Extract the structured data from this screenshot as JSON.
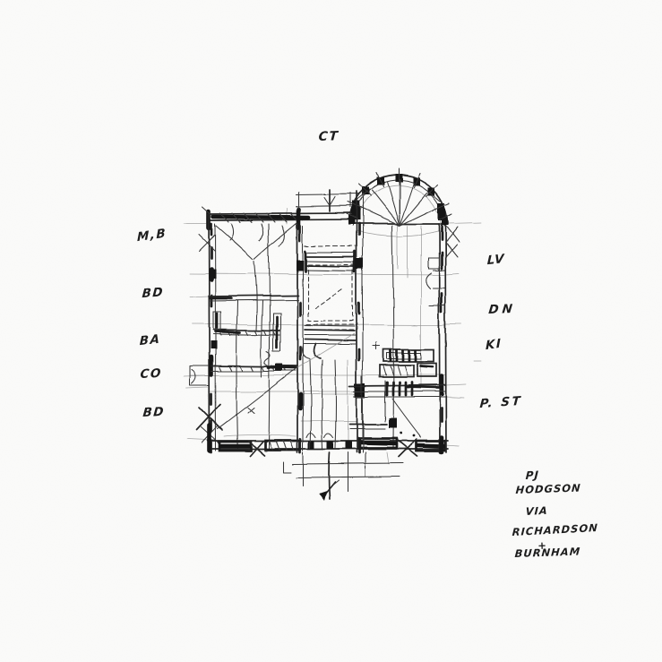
{
  "meta": {
    "kind": "hand-drawn architectural floor plan sketch",
    "paper_color": "#fbfbfa",
    "ink_color": "#1c1c1c"
  },
  "labels": {
    "top": "CT",
    "left_rooms": [
      "M,B",
      "BD",
      "BA",
      "CO",
      "BD"
    ],
    "right_rooms": [
      "LV",
      "DN",
      "KI",
      "P. ST"
    ]
  },
  "attribution": {
    "lines": [
      "PJ",
      "HODGSON",
      "VIA",
      "RICHARDSON",
      "+",
      "BURNHAM"
    ]
  }
}
